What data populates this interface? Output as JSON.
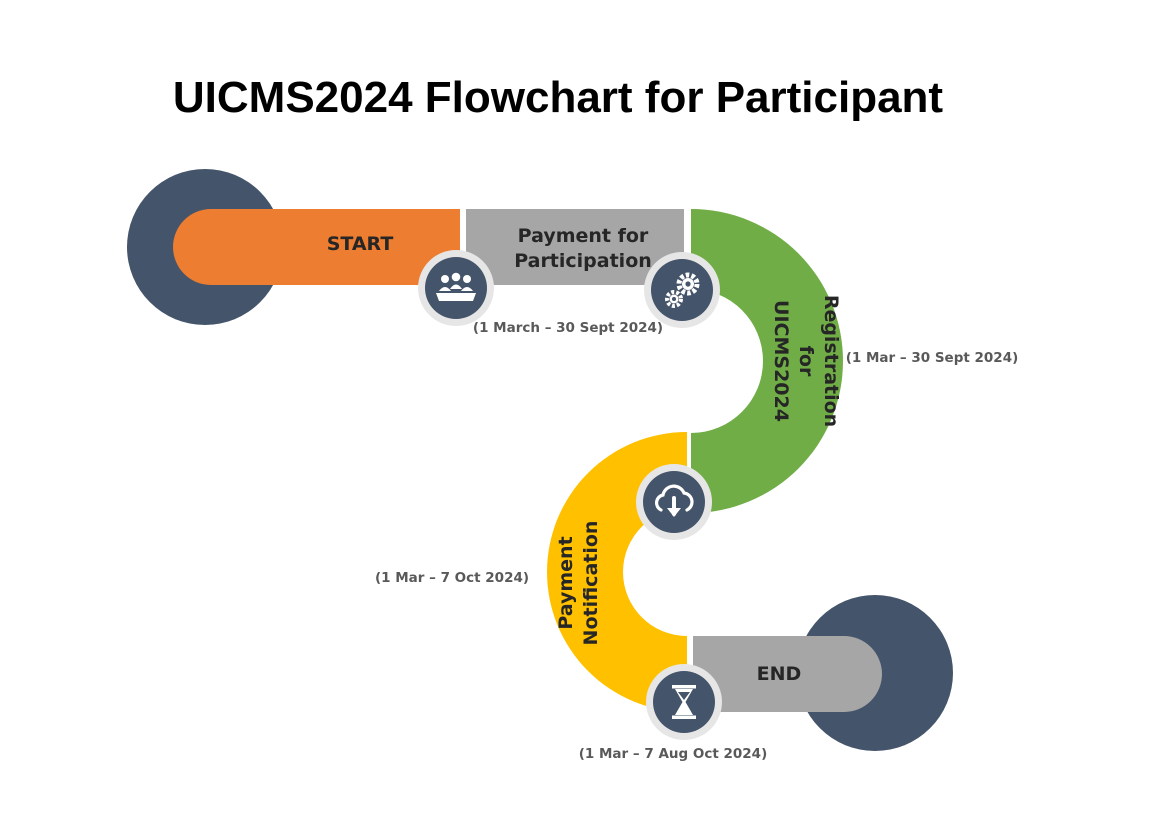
{
  "title": "UICMS2024 Flowchart for Participant",
  "colors": {
    "navy": "#44546A",
    "orange": "#ED7D31",
    "gray": "#A6A6A6",
    "green": "#70AD47",
    "yellow": "#FFC000",
    "white": "#FFFFFF"
  },
  "steps": {
    "start": {
      "label": "START"
    },
    "payment_participation": {
      "label_line1": "Payment for",
      "label_line2": "Participation",
      "date": "(1 March – 30 Sept 2024)",
      "icon": "people-meeting-icon"
    },
    "registration": {
      "label_line1": "Registration",
      "label_line2": "for",
      "label_line3": "UICMS2024",
      "date": "(1 Mar – 30 Sept 2024)",
      "icon": "gears-icon"
    },
    "payment_notification": {
      "label_line1": "Payment",
      "label_line2": "Notification",
      "date": "(1 Mar – 7 Oct 2024)",
      "icon": "cloud-download-icon"
    },
    "end": {
      "label": "END",
      "date": "(1 Mar – 7 Aug Oct 2024)",
      "icon": "hourglass-icon"
    }
  }
}
